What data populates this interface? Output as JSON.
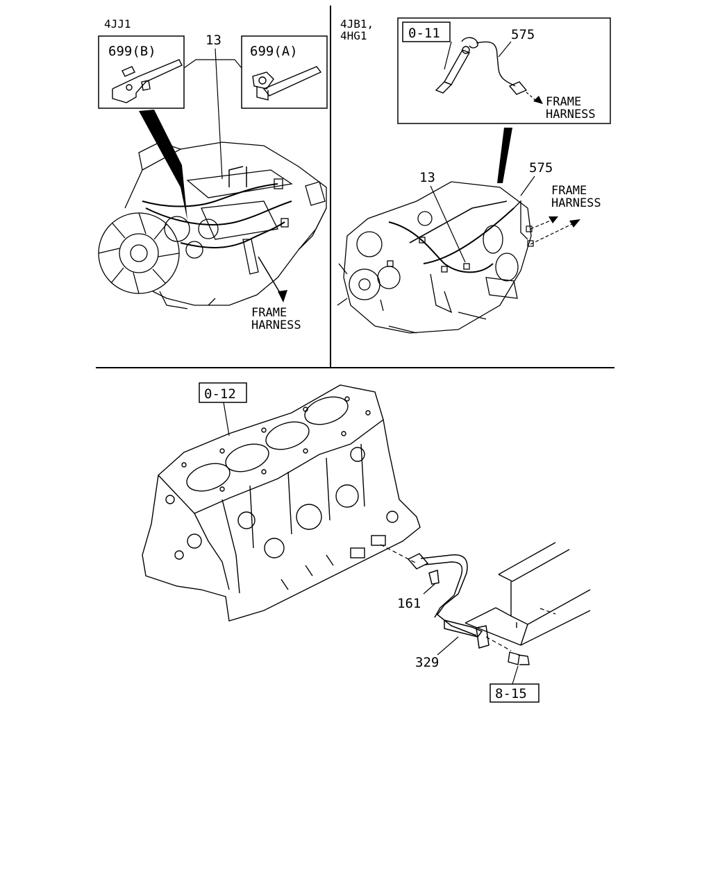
{
  "sections": {
    "left": {
      "model": "4JJ1"
    },
    "right": {
      "model_line1": "4JB1,",
      "model_line2": "4HG1"
    }
  },
  "callouts": {
    "c699b": "699(B)",
    "c699a": "699(A)",
    "c13_left": "13",
    "c13_right": "13",
    "c575_detail": "575",
    "c575_right": "575",
    "c161": "161",
    "c329": "329"
  },
  "ref_boxes": {
    "r0_11": "0-11",
    "r0_12": "0-12",
    "r8_15": "8-15"
  },
  "notes": {
    "frame": "FRAME",
    "harness": "HARNESS"
  }
}
